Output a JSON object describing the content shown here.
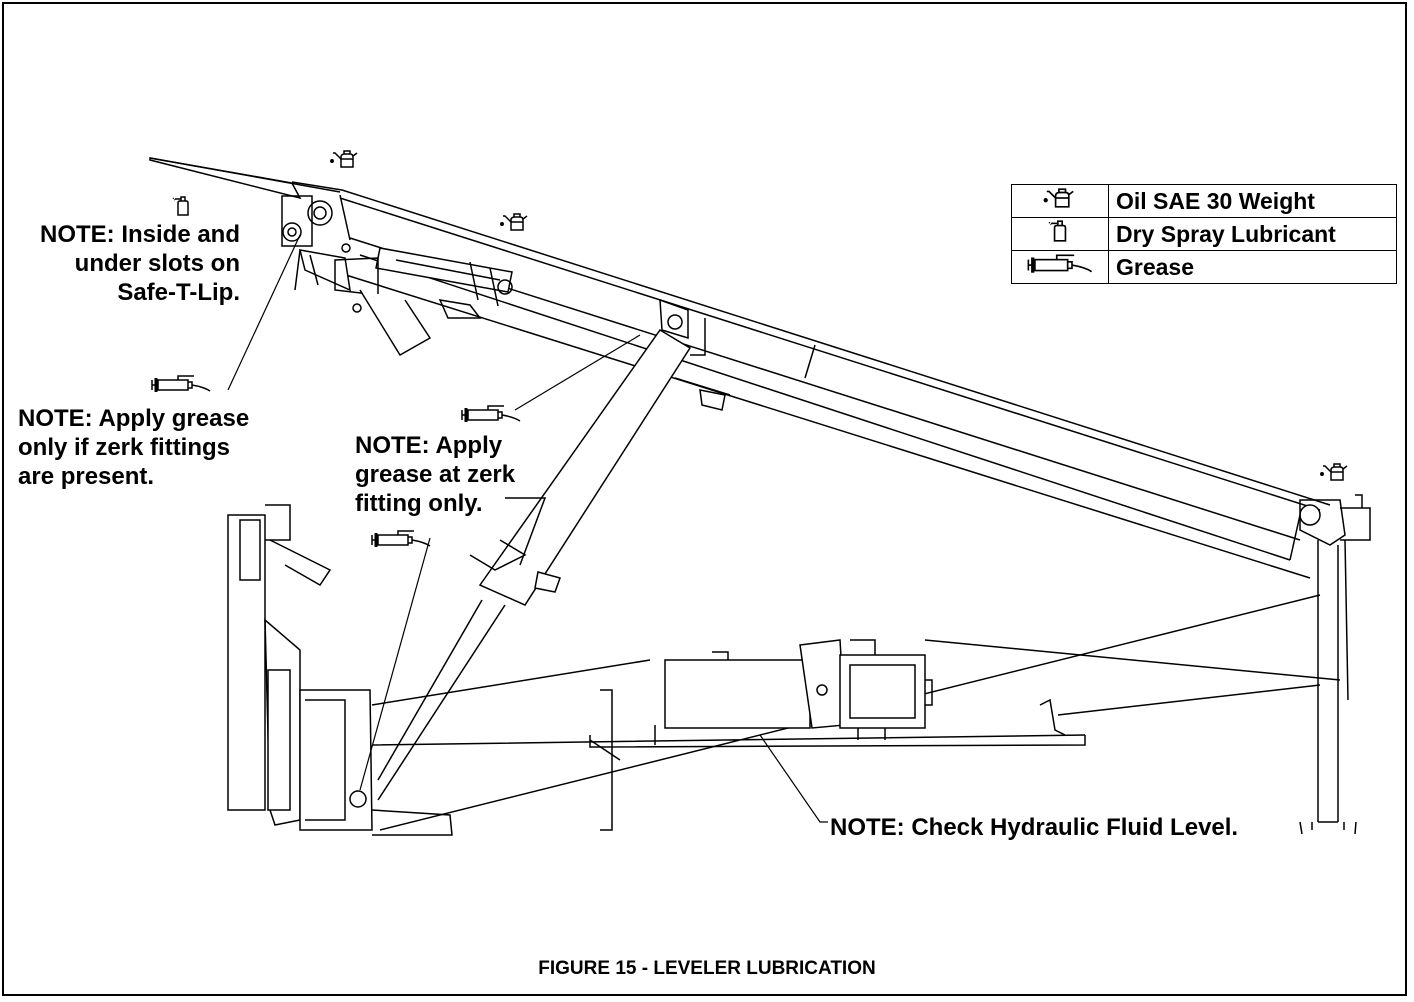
{
  "notes": {
    "inside_slots": [
      "NOTE: Inside and",
      "under slots on",
      "Safe-T-Lip."
    ],
    "grease_zerk_present": [
      "NOTE: Apply grease",
      "only if zerk fittings",
      "are present."
    ],
    "grease_zerk_only": [
      "NOTE: Apply",
      "grease at zerk",
      "fitting only."
    ],
    "hydraulic": "NOTE: Check Hydraulic Fluid Level."
  },
  "legend": [
    {
      "icon": "oil-can-icon",
      "label": "Oil SAE 30 Weight"
    },
    {
      "icon": "spray-can-icon",
      "label": "Dry Spray Lubricant"
    },
    {
      "icon": "grease-gun-icon",
      "label": "Grease"
    }
  ],
  "caption": "FIGURE 15 - LEVELER LUBRICATION"
}
